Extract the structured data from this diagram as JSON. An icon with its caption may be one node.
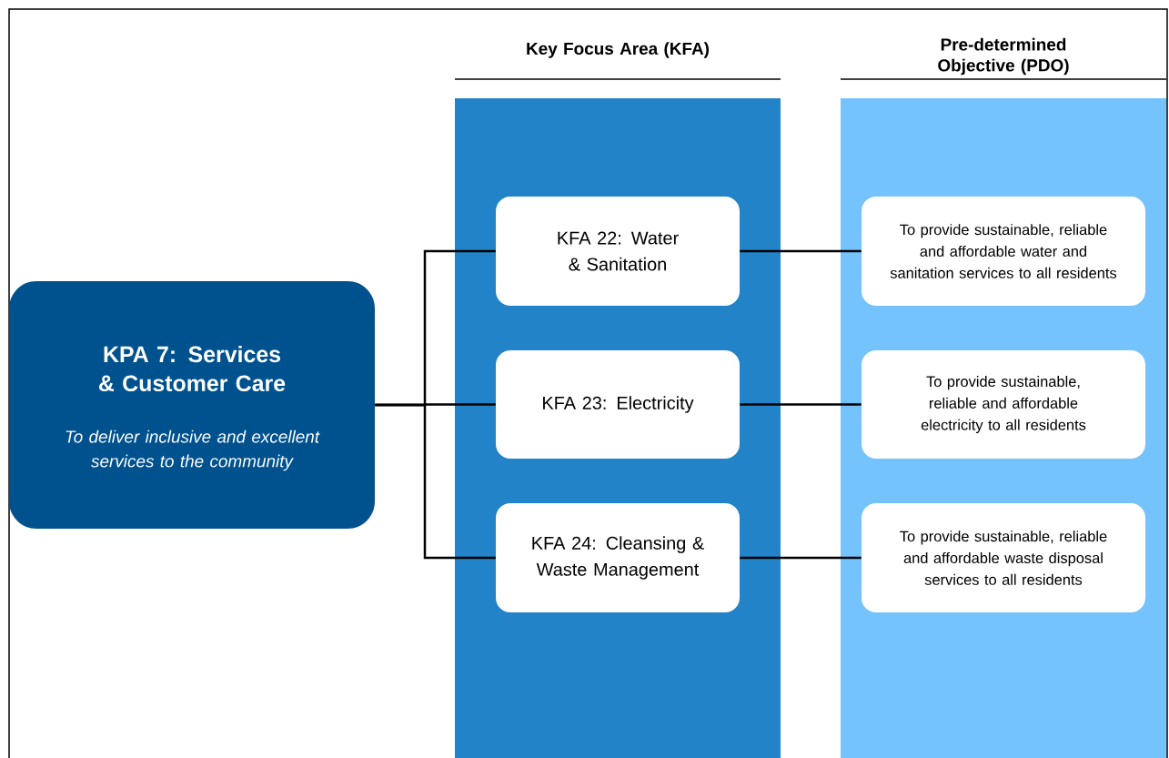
{
  "diagram": {
    "nodes": [
      {
        "text": [
          "KPA 7: Services & Customer Care",
          "To deliver inclusive and excellent services to the community"
        ]
      },
      {
        "text": [
          "Key Focus Area (KFA)"
        ]
      },
      {
        "text": [
          "KFA 22: Water & Sanitation"
        ],
        "in": 1
      },
      {
        "text": [
          "KFA 23: Electricity"
        ],
        "in": 1
      },
      {
        "text": [
          "KFA 24: Cleansing & Waste Management"
        ],
        "in": 1
      },
      {
        "text": [
          "Pre-determined Objective (PDO)"
        ]
      },
      {
        "text": [
          "To provide sustainable, reliable and affordable water and sanitation services to all residents"
        ],
        "in": 5
      },
      {
        "text": [
          "To provide sustainable, reliable and affordable electricity to all residents"
        ],
        "in": 5
      },
      {
        "text": [
          "To provide sustainable, reliable and affordable waste disposal services to all residents"
        ],
        "in": 5
      }
    ],
    "edges": [
      {
        "from": 0,
        "to": 2,
        "arrow": "none"
      },
      {
        "from": 0,
        "to": 3,
        "arrow": "none"
      },
      {
        "from": 0,
        "to": 4,
        "arrow": "none"
      },
      {
        "from": 2,
        "to": 6,
        "arrow": "none"
      },
      {
        "from": 3,
        "to": 7,
        "arrow": "none"
      },
      {
        "from": 4,
        "to": 8,
        "arrow": "none"
      }
    ]
  }
}
